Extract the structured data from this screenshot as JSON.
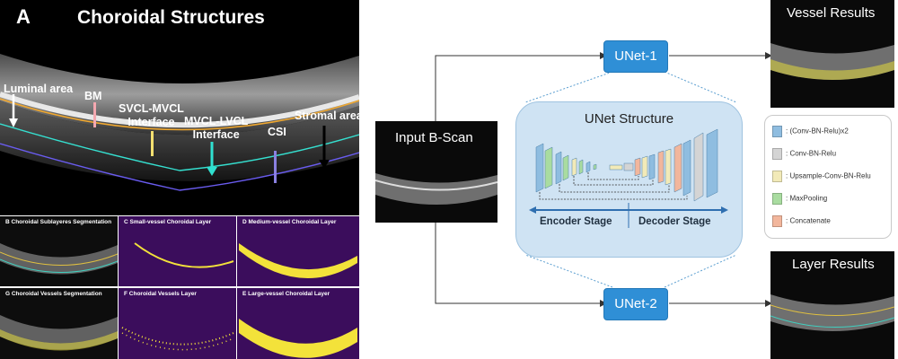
{
  "panel_a": {
    "letter": "A",
    "title": "Choroidal Structures",
    "labels": {
      "luminal": "Luminal area",
      "bm": "BM",
      "svcl": "SVCL-MVCL\nInterface",
      "mvcl": "MVCL-LVCL\nInterface",
      "csi": "CSI",
      "stromal": "Stromal area"
    }
  },
  "tiles": {
    "b": "B   Choroidal Sublayeres Segmentation",
    "c": "C        Small-vessel Choroidal Layer",
    "d": "D        Medium-vessel Choroidal Layer",
    "g": "G     Choroidal Vessels Segmentation",
    "f": "F         Choroidal Vessels Layer",
    "e": "E       Large-vessel Choroidal Layer"
  },
  "diagram": {
    "unet1": "UNet-1",
    "unet2": "UNet-2",
    "structure_title": "UNet Structure",
    "encoder": "Encoder Stage",
    "decoder": "Decoder Stage",
    "input": "Input B-Scan",
    "vessel_results": "Vessel Results",
    "layer_results": "Layer Results",
    "legend": [
      {
        "label": ": (Conv-BN-Relu)x2",
        "color": "#8fbde0"
      },
      {
        "label": ": Conv-BN-Relu",
        "color": "#d4d4d4"
      },
      {
        "label": ": Upsample-Conv-BN-Relu",
        "color": "#f2eab8"
      },
      {
        "label": ": MaxPooling",
        "color": "#a9dca0"
      },
      {
        "label": ": Concatenate",
        "color": "#f2b69c"
      }
    ]
  },
  "colors": {
    "unet_blue": "#2f8fd6",
    "structure_bg": "#cfe3f3",
    "purple_bg": "#3b0d5c",
    "vessel_yellow": "#f3e23a"
  }
}
